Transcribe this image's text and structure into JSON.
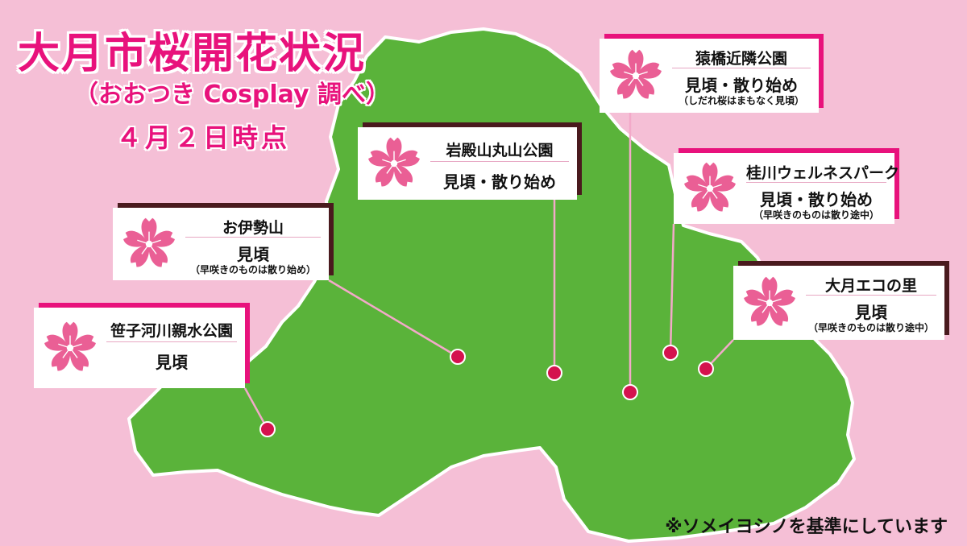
{
  "title": "大月市桜開花状況",
  "subtitle": "（おおつき Cosplay 調べ）",
  "date": "４月２日時点",
  "footnote": "※ソメイヨシノを基準にしています",
  "colors": {
    "background": "#f5bfd6",
    "land": "#5ab33a",
    "accent": "#e8127c",
    "marker": "#d4124e",
    "card_bar_pink": "#e8127c",
    "card_bar_dark": "#4a1a1e"
  },
  "legend_icon": "sakura-flower-icon",
  "spots": [
    {
      "id": "sasago",
      "name": "笹子河川親水公園",
      "status": "見頃",
      "note": ""
    },
    {
      "id": "oise",
      "name": "お伊勢山",
      "status": "見頃",
      "note": "（早咲きのものは散り始め）"
    },
    {
      "id": "iwadono",
      "name": "岩殿山丸山公園",
      "status": "見頃・散り始め",
      "note": ""
    },
    {
      "id": "saruhashi",
      "name": "猿橋近隣公園",
      "status": "見頃・散り始め",
      "note": "（しだれ桜はまもなく見頃）"
    },
    {
      "id": "katsuragawa",
      "name": "桂川ウェルネスパーク",
      "status": "見頃・散り始め",
      "note": "（早咲きのものは散り途中）"
    },
    {
      "id": "eco",
      "name": "大月エコの里",
      "status": "見頃",
      "note": "（早咲きのものは散り途中）"
    }
  ]
}
